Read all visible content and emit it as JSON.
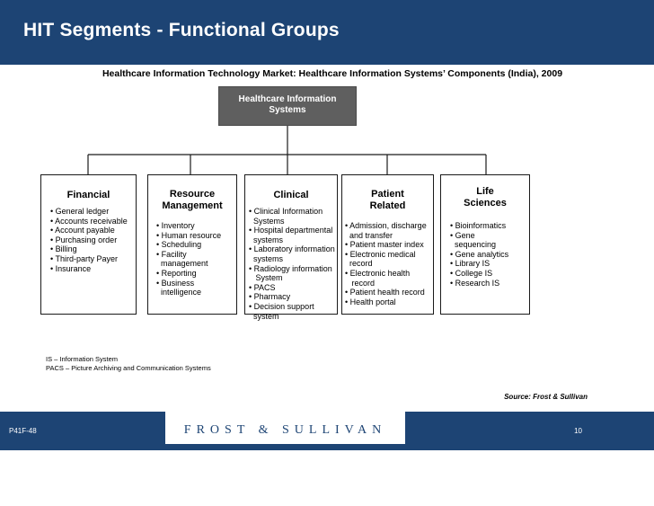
{
  "header": {
    "title": "HIT Segments - Functional Groups"
  },
  "subtitle": "Healthcare Information Technology Market: Healthcare Information Systems’ Components (India), 2009",
  "root": {
    "line1": "Healthcare Information",
    "line2": "Systems"
  },
  "segments": [
    {
      "title_lines": [
        "Financial"
      ],
      "items": [
        "• General ledger",
        "• Accounts receivable",
        "• Account payable",
        "• Purchasing order",
        "• Billing",
        "• Third-party Payer",
        "• Insurance"
      ]
    },
    {
      "title_lines": [
        "Resource",
        "Management"
      ],
      "items": [
        "• Inventory",
        "• Human resource",
        "• Scheduling",
        "• Facility",
        "  management",
        "• Reporting",
        "• Business",
        "  intelligence"
      ]
    },
    {
      "title_lines": [
        "Clinical"
      ],
      "items": [
        "• Clinical Information",
        "  Systems",
        "• Hospital departmental",
        "  systems",
        "• Laboratory information",
        "  systems",
        "• Radiology information",
        "   System",
        "• PACS",
        "• Pharmacy",
        "• Decision support",
        "  system"
      ]
    },
    {
      "title_lines": [
        "Patient",
        "Related"
      ],
      "items": [
        "• Admission, discharge",
        "  and transfer",
        "• Patient master index",
        "• Electronic medical",
        "  record",
        "• Electronic health",
        "   record",
        "• Patient health record",
        "• Health portal"
      ]
    },
    {
      "title_lines": [
        "Life",
        "Sciences"
      ],
      "items": [
        "• Bioinformatics",
        "• Gene",
        "  sequencing",
        "• Gene analytics",
        "• Library IS",
        "• College IS",
        "• Research IS"
      ]
    }
  ],
  "footnotes": [
    "IS – Information System",
    "PACS – Picture Archiving and Communication Systems"
  ],
  "source": "Source: Frost & Sullivan",
  "footer": {
    "code": "P41F-48",
    "logo": "FROST & SULLIVAN",
    "page": "10"
  },
  "colors": {
    "header_bg": "#1d4474",
    "root_box": "#5f5f5f",
    "border": "#1a1a1a"
  }
}
